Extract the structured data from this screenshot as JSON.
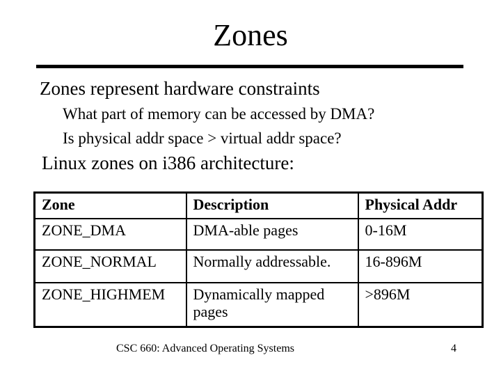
{
  "slide": {
    "title": "Zones",
    "content": {
      "bullet1": "Zones represent hardware constraints",
      "sub_bullet1": "What part of memory can be accessed by DMA?",
      "sub_bullet2": "Is physical addr space > virtual addr space?",
      "bullet2": "Linux zones on i386 architecture:"
    },
    "table": {
      "headers": [
        "Zone",
        "Description",
        "Physical Addr"
      ],
      "rows": [
        [
          "ZONE_DMA",
          "DMA-able pages",
          "0-16M"
        ],
        [
          "ZONE_NORMAL",
          "Normally addressable.",
          "16-896M"
        ],
        [
          "ZONE_HIGHMEM",
          "Dynamically mapped pages",
          ">896M"
        ]
      ]
    },
    "footer": {
      "course": "CSC 660: Advanced Operating Systems",
      "page_number": "4"
    },
    "colors": {
      "background": "#ffffff",
      "text": "#000000",
      "rule": "#000000",
      "table_border": "#000000"
    }
  }
}
